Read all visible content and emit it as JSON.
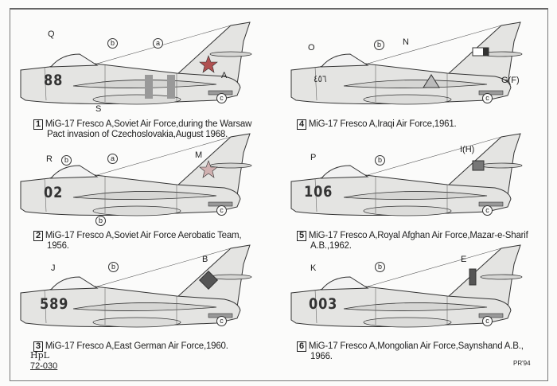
{
  "panels": [
    {
      "number": "1",
      "caption_line1": "MiG-17 Fresco A,Soviet Air Force,during the Warsaw",
      "caption_line2": "Pact  invasion of Czechoslovakia,August 1968.",
      "code": "88",
      "labels": {
        "p1": "Q",
        "p2": "b",
        "p3": "a",
        "p4": "A",
        "p5": "S",
        "p6": "c"
      }
    },
    {
      "number": "2",
      "caption_line1": "MiG-17 Fresco A,Soviet Air Force Aerobatic Team,",
      "caption_line2": "1956.",
      "code": "02",
      "labels": {
        "p1": "R",
        "p2": "b",
        "p3": "a",
        "p4": "M",
        "p5": "b",
        "p6": "c"
      }
    },
    {
      "number": "3",
      "caption_line1": "MiG-17 Fresco A,East German Air Force,1960.",
      "code": "589",
      "labels": {
        "p1": "J",
        "p2": "b",
        "p3": "B",
        "p4": "c"
      }
    },
    {
      "number": "4",
      "caption_line1": "MiG-17 Fresco A,Iraqi Air Force,1961.",
      "code": "٤٥٦",
      "labels": {
        "p1": "O",
        "p2": "b",
        "p3": "N",
        "p4": "G(F)",
        "p5": "c"
      }
    },
    {
      "number": "5",
      "caption_line1": "MiG-17 Fresco A,Royal Afghan Air Force,Mazar-e-Sharif",
      "caption_line2": "A.B.,1962.",
      "code": "106",
      "labels": {
        "p1": "P",
        "p2": "b",
        "p3": "I(H)",
        "p4": "c"
      }
    },
    {
      "number": "6",
      "caption_line1": "MiG-17 Fresco A,Mongolian Air Force,Saynshand A.B.,",
      "caption_line2": "1966.",
      "code": "003",
      "labels": {
        "p1": "K",
        "p2": "b",
        "p3": "E",
        "p4": "c"
      }
    }
  ],
  "footer": {
    "logo": "HpL",
    "catalog": "72-030",
    "credit": "PR'94"
  },
  "colors": {
    "fill": "#e4e4e2",
    "stroke": "#333333",
    "star": "#b05050"
  }
}
